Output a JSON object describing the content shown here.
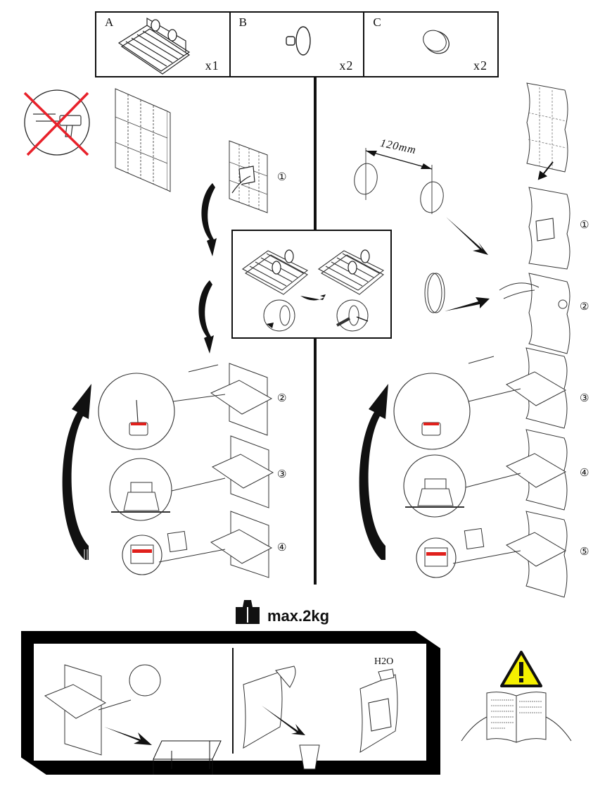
{
  "parts": [
    {
      "letter": "A",
      "name": "shelf-basket",
      "quantity": "x1"
    },
    {
      "letter": "B",
      "name": "suction-cup",
      "quantity": "x2"
    },
    {
      "letter": "C",
      "name": "adhesive-disc",
      "quantity": "x2"
    }
  ],
  "warnings": {
    "no_drill_icon": "no-drilling-icon"
  },
  "left_procedure": {
    "surface": "smooth-tiled-wall",
    "steps": [
      "①",
      "②",
      "③",
      "④"
    ]
  },
  "right_procedure": {
    "surface": "textured-wall",
    "spacing_label": "120mm",
    "steps": [
      "①",
      "②",
      "③",
      "④",
      "⑤"
    ]
  },
  "load": {
    "label": "max.2kg",
    "icon": "weight-icon"
  },
  "removal_panel": {
    "water_label": "H2O"
  },
  "manual": {
    "icon": "warning-triangle-icon",
    "color": "#f5f000"
  },
  "colors": {
    "indicator_red": "#e0201c",
    "cross_red": "#e8212a",
    "ink": "#111111"
  }
}
